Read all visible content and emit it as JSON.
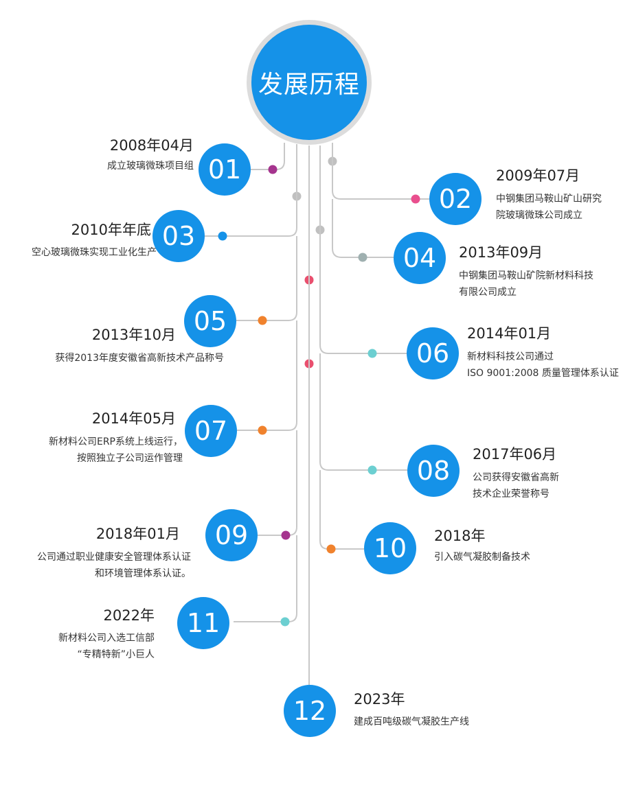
{
  "title": "发展历程",
  "colors": {
    "accent": "#1592e8",
    "hub_ring": "#dcdcdc",
    "line": "#c8c8c8"
  },
  "events": [
    {
      "num": "01",
      "date": "2008年04月",
      "lines": [
        "成立玻璃微珠项目组"
      ],
      "dot": "#a5348e"
    },
    {
      "num": "02",
      "date": "2009年07月",
      "lines": [
        "中钢集团马鞍山矿山研究",
        "院玻璃微珠公司成立"
      ],
      "dot": "#e94f8e"
    },
    {
      "num": "03",
      "date": "2010年年底",
      "lines": [
        "空心玻璃微珠实现工业化生产"
      ],
      "dot": "#1592e8"
    },
    {
      "num": "04",
      "date": "2013年09月",
      "lines": [
        "中钢集团马鞍山矿院新材料科技",
        "有限公司成立"
      ],
      "dot": "#9fb0b0"
    },
    {
      "num": "05",
      "date": "2013年10月",
      "lines": [
        "获得2013年度安徽省高新技术产品称号"
      ],
      "dot": "#f0822d"
    },
    {
      "num": "06",
      "date": "2014年01月",
      "lines": [
        "新材料科技公司通过",
        "ISO 9001:2008 质量管理体系认证"
      ],
      "dot": "#6ccfd1"
    },
    {
      "num": "07",
      "date": "2014年05月",
      "lines": [
        "新材料公司ERP系统上线运行，",
        "按照独立子公司运作管理"
      ],
      "dot": "#f0822d"
    },
    {
      "num": "08",
      "date": "2017年06月",
      "lines": [
        "公司获得安徽省高新",
        "技术企业荣誉称号"
      ],
      "dot": "#6ccfd1"
    },
    {
      "num": "09",
      "date": "2018年01月",
      "lines": [
        "公司通过职业健康安全管理体系认证",
        "和环境管理体系认证。"
      ],
      "dot": "#a5348e"
    },
    {
      "num": "10",
      "date": "2018年",
      "lines": [
        "引入碳气凝胶制备技术"
      ],
      "dot": "#f0822d"
    },
    {
      "num": "11",
      "date": "2022年",
      "lines": [
        "新材料公司入选工信部",
        "“专精特新”小巨人"
      ],
      "dot": "#6ccfd1"
    },
    {
      "num": "12",
      "date": "2023年",
      "lines": [
        "建成百吨级碳气凝胶生产线"
      ],
      "dot": null
    }
  ],
  "junction_dots": [
    "#c0c0c0",
    "#c0c0c0",
    "#c0c0c0",
    "#e94f6e",
    "#e94f6e"
  ]
}
